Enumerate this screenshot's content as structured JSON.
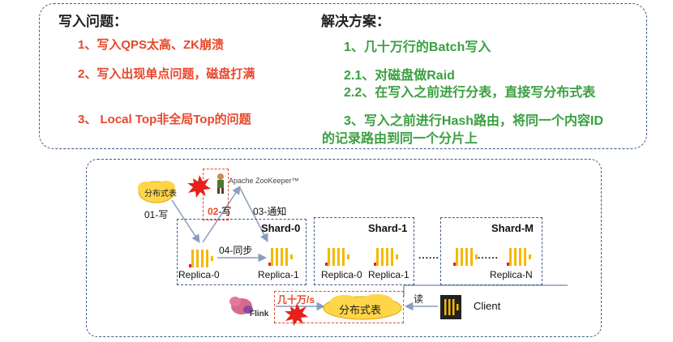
{
  "problems": {
    "title": "写入问题：",
    "items": [
      "1、写入QPS太高、ZK崩溃",
      "2、写入出现单点问题，磁盘打满",
      "3、 Local Top非全局Top的问题"
    ]
  },
  "solutions": {
    "title": "解决方案：",
    "items": [
      "1、几十万行的Batch写入",
      "2.1、对磁盘做Raid",
      "2.2、在写入之前进行分表，直接写分布式表",
      "3、写入之前进行Hash路由，将同一个内容ID",
      "的记录路由到同一个分片上"
    ]
  },
  "diagram": {
    "cloud_top": "分布式表",
    "zookeeper": "Apache ZooKeeper™",
    "step_write": "01-写",
    "step_write2_num": "02",
    "step_write2_text": "-写",
    "step_notify": "03-通知",
    "step_sync": "04-同步",
    "shard0": "Shard-0",
    "shard1": "Shard-1",
    "shardM": "Shard-M",
    "ellipsis1": "......",
    "ellipsis2": "......",
    "replica0_a": "Replica-0",
    "replica1_a": "Replica-1",
    "replica0_b": "Replica-0",
    "replica1_b": "Replica-1",
    "replicaN": "Replica-N",
    "flink_rate": "几十万/s",
    "flink": "Flink",
    "cloud_bottom": "分布式表",
    "read": "读",
    "client": "Client"
  },
  "colors": {
    "accent_red": "#e8462a",
    "accent_green": "#3aa040",
    "border_blue": "#3f5a8a",
    "node_yellow": "#f5b800",
    "cloud_fill": "#ffd54a"
  }
}
